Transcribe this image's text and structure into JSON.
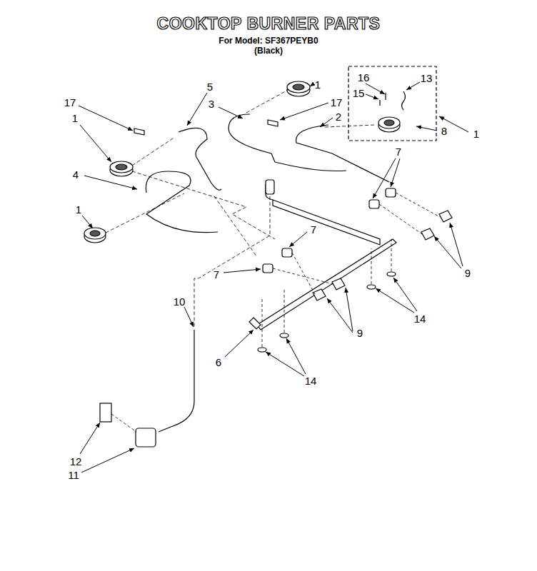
{
  "diagram": {
    "title": "COOKTOP BURNER PARTS",
    "labels": [
      "For Model: SF367PEYB0",
      "(Black)",
      "17",
      "5",
      "1",
      "3",
      "1",
      "16",
      "13",
      "15",
      "17",
      "2",
      "8",
      "1",
      "7",
      "4",
      "1",
      "7",
      "9",
      "7",
      "14",
      "10",
      "9",
      "6",
      "14",
      "12",
      "11"
    ]
  }
}
